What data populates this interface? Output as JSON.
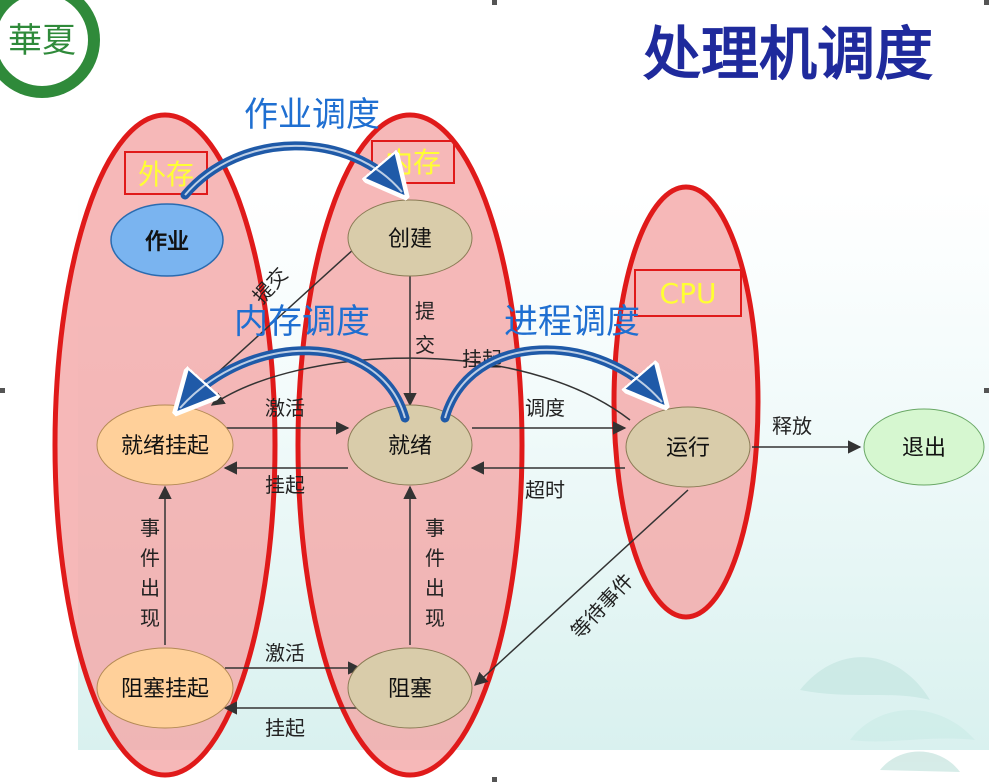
{
  "title": "处理机调度",
  "logo": {
    "text": "華夏",
    "ring_text": ""
  },
  "regions": {
    "external": "外存",
    "memory": "内存",
    "cpu": "CPU"
  },
  "scheduling": {
    "job": "作业调度",
    "memory": "内存调度",
    "process": "进程调度"
  },
  "nodes": {
    "job": "作业",
    "create": "创建",
    "ready_suspend": "就绪挂起",
    "ready": "就绪",
    "running": "运行",
    "exit": "退出",
    "blocked_suspend": "阻塞挂起",
    "blocked": "阻塞"
  },
  "edges": {
    "submit_diag": "提交",
    "submit_v1": "提",
    "submit_v2": "交",
    "suspend_top": "挂起",
    "activate_top": "激活",
    "suspend_mid": "挂起",
    "dispatch": "调度",
    "timeout": "超时",
    "release": "释放",
    "wait_event": "等待事件",
    "event_left": [
      "事",
      "件",
      "出",
      "现"
    ],
    "event_mid": [
      "事",
      "件",
      "出",
      "现"
    ],
    "activate_bottom": "激活",
    "suspend_bottom": "挂起"
  },
  "colors": {
    "title": "#1f2a9c",
    "scheduling_label": "#1f6fd1",
    "region_fill": "#f4a6a6",
    "region_stroke": "#e01a1a",
    "node_tan": "#d9ccaa",
    "node_orange": "#ffd09a",
    "node_blue": "#7ab4f0",
    "node_green": "#d6f7d0",
    "arrow_blue": "#1f5aa8"
  }
}
